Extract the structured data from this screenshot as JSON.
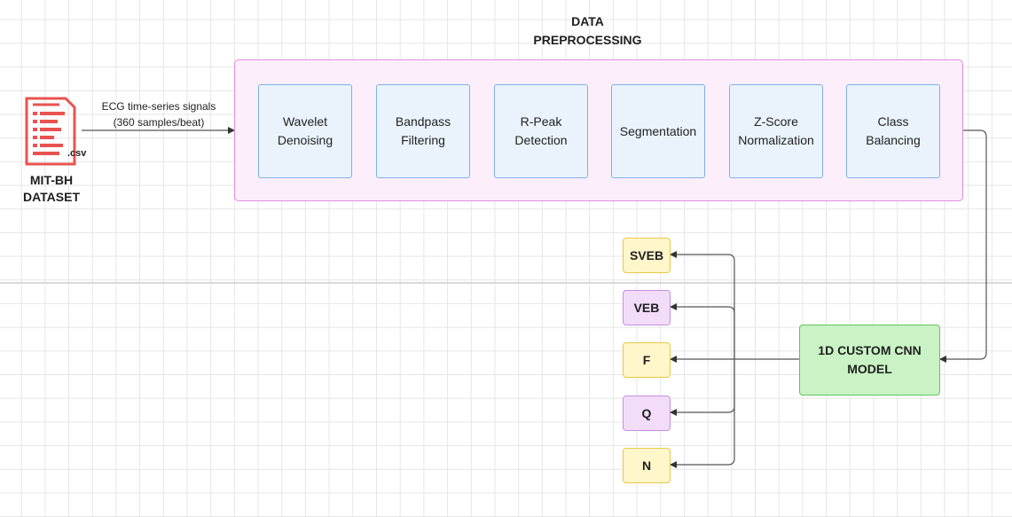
{
  "diagram": {
    "title_lines": [
      "DATA",
      "PREPROCESSING"
    ],
    "dataset": {
      "file_tag": ".csv",
      "label_lines": [
        "MIT-BH",
        "DATASET"
      ],
      "icon": "document-icon"
    },
    "input_edge_label_lines": [
      "ECG time-series signals",
      "(360 samples/beat)"
    ],
    "preprocessing_steps": [
      {
        "lines": [
          "Wavelet",
          "Denoising"
        ]
      },
      {
        "lines": [
          "Bandpass",
          "Filtering"
        ]
      },
      {
        "lines": [
          "R-Peak",
          "Detection"
        ]
      },
      {
        "lines": [
          "Segmentation"
        ]
      },
      {
        "lines": [
          "Z-Score",
          "Normalization"
        ]
      },
      {
        "lines": [
          "Class",
          "Balancing"
        ]
      }
    ],
    "model_lines": [
      "1D CUSTOM CNN",
      "MODEL"
    ],
    "classes": [
      {
        "label": "SVEB",
        "color": "yellow"
      },
      {
        "label": "VEB",
        "color": "purple"
      },
      {
        "label": "F",
        "color": "yellow"
      },
      {
        "label": "Q",
        "color": "purple"
      },
      {
        "label": "N",
        "color": "yellow"
      }
    ],
    "colors": {
      "preprocessing_fill": "#fdeefb",
      "preprocessing_border": "#e58be0",
      "step_fill": "#eaf3fc",
      "step_border": "#7db2e4",
      "model_fill": "#c9f3c4",
      "model_border": "#63c45a",
      "class_yellow": "#fff6c9",
      "class_purple": "#f2dcfa",
      "document_icon": "#e8534f"
    }
  }
}
